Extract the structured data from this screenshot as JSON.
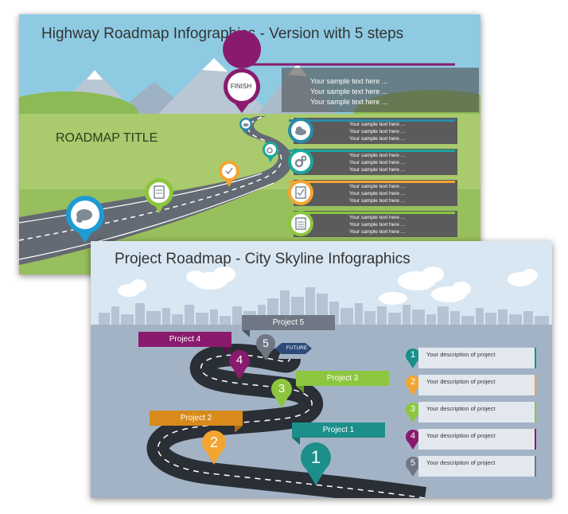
{
  "slide1": {
    "title": "Highway Roadmap Infographics - Version with 5 steps",
    "roadmap_title": "ROADMAP TITLE",
    "finish_label": "FINISH",
    "finish_panel_lines": [
      "Your sample text here ...",
      "Your sample text here ...",
      "Your sample text here ..."
    ],
    "step_panels": [
      {
        "icon": "cloud-icon",
        "color": "#2b8aa6",
        "lines": [
          "Your sample text here ...",
          "Your sample text here ...",
          "Your sample text here ..."
        ]
      },
      {
        "icon": "gears-icon",
        "color": "#1aa79a",
        "lines": [
          "Your sample text here ...",
          "Your sample text here ...",
          "Your sample text here ..."
        ]
      },
      {
        "icon": "checklist-icon",
        "color": "#f3a531",
        "lines": [
          "Your sample text here ...",
          "Your sample text here ...",
          "Your sample text here ..."
        ]
      },
      {
        "icon": "clipboard-icon",
        "color": "#8cc63e",
        "lines": [
          "Your sample text here ...",
          "Your sample text here ...",
          "Your sample text here ..."
        ]
      }
    ],
    "road_markers": [
      {
        "icon": "chat-icon",
        "color": "#1f9bd4"
      },
      {
        "icon": "clipboard-icon",
        "color": "#8cc63e"
      },
      {
        "icon": "checklist-icon",
        "color": "#f3a531"
      },
      {
        "icon": "gears-icon",
        "color": "#1aa79a"
      },
      {
        "icon": "cloud-icon",
        "color": "#2b8aa6"
      },
      {
        "icon": "finish-pin",
        "color": "#8a1a6e"
      }
    ]
  },
  "slide2": {
    "title": "Project Roadmap - City Skyline Infographics",
    "future_label": "FUTURE",
    "projects": [
      {
        "label": "Project 1",
        "number": "1",
        "color": "#1c8f8a"
      },
      {
        "label": "Project 2",
        "number": "2",
        "color": "#f3a531"
      },
      {
        "label": "Project 3",
        "number": "3",
        "color": "#8cc63e"
      },
      {
        "label": "Project 4",
        "number": "4",
        "color": "#8a1a6e"
      },
      {
        "label": "Project 5",
        "number": "5",
        "color": "#6f7785"
      }
    ],
    "descriptions": [
      {
        "number": "1",
        "text": "Your description of project",
        "color": "#1c8f8a"
      },
      {
        "number": "2",
        "text": "Your description of project",
        "color": "#f3a531"
      },
      {
        "number": "3",
        "text": "Your description of project",
        "color": "#8cc63e"
      },
      {
        "number": "4",
        "text": "Your description of project",
        "color": "#8a1a6e"
      },
      {
        "number": "5",
        "text": "Your description of project",
        "color": "#6f7785"
      }
    ]
  }
}
